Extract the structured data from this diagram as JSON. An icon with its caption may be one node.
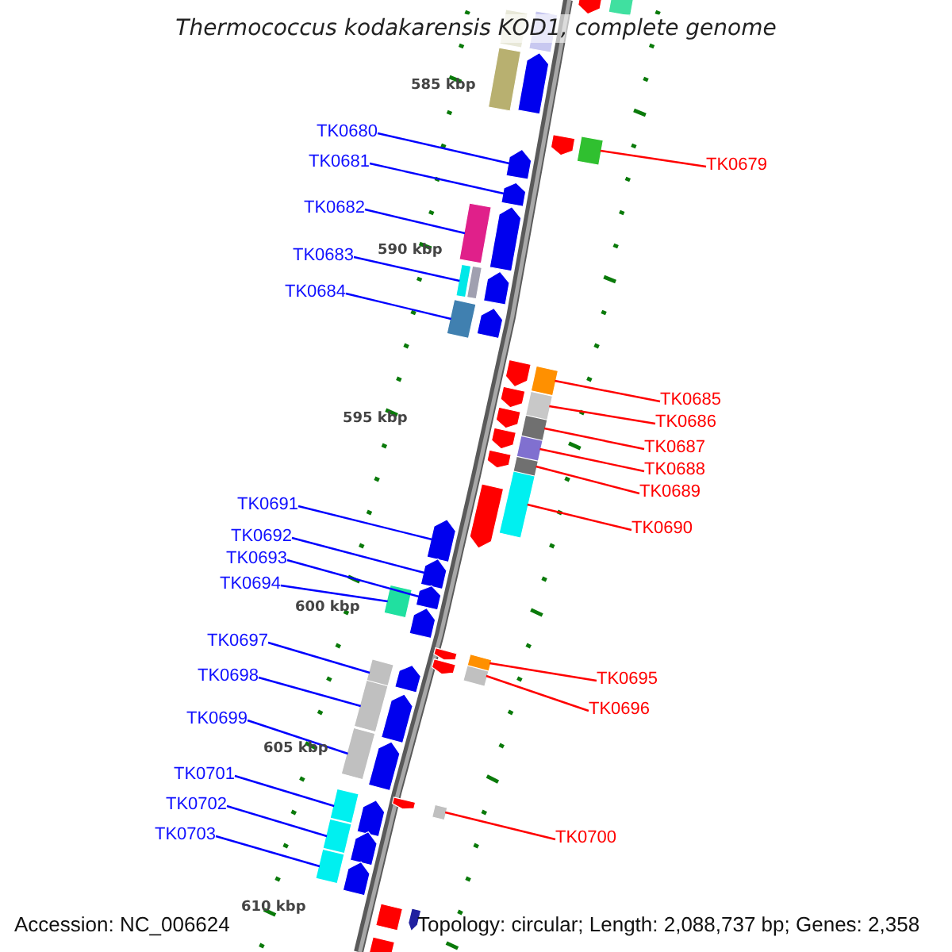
{
  "diagram": {
    "title": "Thermococcus kodakarensis KOD1, complete genome",
    "nodes": [
      {
        "text": [
          "TK0680"
        ]
      },
      {
        "text": [
          "TK0681"
        ]
      },
      {
        "text": [
          "TK0679"
        ]
      },
      {
        "text": [
          "TK0682"
        ]
      },
      {
        "text": [
          "TK0683"
        ]
      },
      {
        "text": [
          "TK0684"
        ]
      },
      {
        "text": [
          "TK0685"
        ]
      },
      {
        "text": [
          "TK0686"
        ]
      },
      {
        "text": [
          "TK0687"
        ]
      },
      {
        "text": [
          "TK0688"
        ]
      },
      {
        "text": [
          "TK0689"
        ]
      },
      {
        "text": [
          "TK0691"
        ]
      },
      {
        "text": [
          "TK0690"
        ]
      },
      {
        "text": [
          "TK0692"
        ]
      },
      {
        "text": [
          "TK0693"
        ]
      },
      {
        "text": [
          "TK0694"
        ]
      },
      {
        "text": [
          "TK0697"
        ]
      },
      {
        "text": [
          "TK0695"
        ]
      },
      {
        "text": [
          "TK0698"
        ]
      },
      {
        "text": [
          "TK0696"
        ]
      },
      {
        "text": [
          "TK0699"
        ]
      },
      {
        "text": [
          "TK0701"
        ]
      },
      {
        "text": [
          "TK0702"
        ]
      },
      {
        "text": [
          "TK0700"
        ]
      },
      {
        "text": [
          "TK0703"
        ]
      },
      {
        "text": [],
        "shape": "arrow"
      },
      {
        "text": [],
        "shape": "arrow"
      },
      {
        "text": [],
        "shape": "box"
      },
      {
        "text": [],
        "shape": "box"
      },
      {
        "text": [],
        "shape": "box"
      },
      {
        "text": [],
        "shape": "box"
      },
      {
        "text": [],
        "shape": "box"
      },
      {
        "text": [],
        "shape": "box"
      },
      {
        "text": [],
        "shape": "box"
      },
      {
        "text": [],
        "shape": "box"
      },
      {
        "text": [],
        "shape": "box"
      },
      {
        "text": [],
        "shape": "arrow"
      },
      {
        "text": [],
        "shape": "box"
      },
      {
        "text": [],
        "shape": "arrow"
      },
      {
        "text": [],
        "shape": "arrow"
      },
      {
        "text": [],
        "shape": "box"
      },
      {
        "text": [],
        "shape": "box"
      },
      {
        "text": [],
        "shape": "box"
      },
      {
        "text": [],
        "shape": "box"
      },
      {
        "text": [],
        "shape": "box"
      },
      {
        "text": [],
        "shape": "box"
      },
      {
        "text": [],
        "shape": "box"
      },
      {
        "text": [],
        "shape": "box"
      },
      {
        "text": [],
        "shape": "box"
      },
      {
        "text": [],
        "shape": "box"
      },
      {
        "text": [],
        "shape": "arrow"
      },
      {
        "text": [],
        "shape": "box"
      },
      {
        "text": [],
        "shape": "box"
      },
      {
        "text": [],
        "shape": "box"
      },
      {
        "text": [],
        "shape": "box"
      },
      {
        "text": [],
        "shape": "arrow"
      },
      {
        "text": [],
        "shape": "arrow"
      },
      {
        "text": [],
        "shape": "arrow"
      },
      {
        "text": [],
        "shape": "box"
      },
      {
        "text": [],
        "shape": "arrow"
      },
      {
        "text": [],
        "shape": "arrow"
      },
      {
        "text": [],
        "shape": "arrow"
      },
      {
        "text": [],
        "shape": "arrow"
      },
      {
        "text": [],
        "shape": "arrow"
      },
      {
        "text": [],
        "shape": "arrow"
      },
      {
        "text": [],
        "shape": "arrow"
      },
      {
        "text": [],
        "shape": "arrow"
      },
      {
        "text": [],
        "shape": "arrow"
      },
      {
        "text": [],
        "shape": "arrow"
      },
      {
        "text": [],
        "shape": "arrow"
      },
      {
        "text": [],
        "shape": "arrow"
      },
      {
        "text": [],
        "shape": "arrow"
      },
      {
        "text": [],
        "shape": "arrow"
      },
      {
        "text": [],
        "shape": "arrow"
      },
      {
        "text": [],
        "shape": "arrow"
      },
      {
        "text": [],
        "shape": "arrow"
      },
      {
        "text": [],
        "shape": "arrow"
      },
      {
        "text": [],
        "shape": "box"
      },
      {
        "text": [],
        "shape": "arrow"
      },
      {
        "text": [],
        "shape": "box"
      }
    ],
    "edges": [
      {
        "from": 0,
        "to": 25,
        "arrow": "none"
      },
      {
        "from": 1,
        "to": 26,
        "arrow": "none"
      },
      {
        "from": 2,
        "to": 27,
        "arrow": "none",
        "color": "#ff0000"
      },
      {
        "from": 3,
        "to": 28,
        "arrow": "none"
      },
      {
        "from": 4,
        "to": 29,
        "arrow": "none"
      },
      {
        "from": 5,
        "to": 30,
        "arrow": "none"
      },
      {
        "from": 6,
        "to": 31,
        "arrow": "none",
        "color": "#ff0000"
      },
      {
        "from": 7,
        "to": 32,
        "arrow": "none",
        "color": "#ff0000"
      },
      {
        "from": 8,
        "to": 33,
        "arrow": "none",
        "color": "#ff0000"
      },
      {
        "from": 9,
        "to": 34,
        "arrow": "none",
        "color": "#ff0000"
      },
      {
        "from": 10,
        "to": 35,
        "arrow": "none",
        "color": "#ff0000"
      },
      {
        "from": 11,
        "to": 36,
        "arrow": "none"
      },
      {
        "from": 12,
        "to": 37,
        "arrow": "none",
        "color": "#ff0000"
      },
      {
        "from": 13,
        "to": 38,
        "arrow": "none"
      },
      {
        "from": 14,
        "to": 39,
        "arrow": "none"
      },
      {
        "from": 15,
        "to": 40,
        "arrow": "none"
      },
      {
        "from": 16,
        "to": 41,
        "arrow": "none"
      },
      {
        "from": 17,
        "to": 42,
        "arrow": "none",
        "color": "#ff0000"
      },
      {
        "from": 18,
        "to": 43,
        "arrow": "none"
      },
      {
        "from": 19,
        "to": 44,
        "arrow": "none",
        "color": "#ff0000"
      },
      {
        "from": 20,
        "to": 45,
        "arrow": "none"
      },
      {
        "from": 21,
        "to": 46,
        "arrow": "none"
      },
      {
        "from": 22,
        "to": 47,
        "arrow": "none"
      },
      {
        "from": 23,
        "to": 48,
        "arrow": "none",
        "color": "#ff0000"
      },
      {
        "from": 24,
        "to": 49,
        "arrow": "none"
      }
    ],
    "labels": [
      "585 kbp",
      "590 kbp",
      "595 kbp",
      "600 kbp",
      "605 kbp",
      "610 kbp",
      "Accession: NC_006624",
      "Topology: circular; Length: 2,088,737 bp; Genes: 2,358"
    ]
  }
}
